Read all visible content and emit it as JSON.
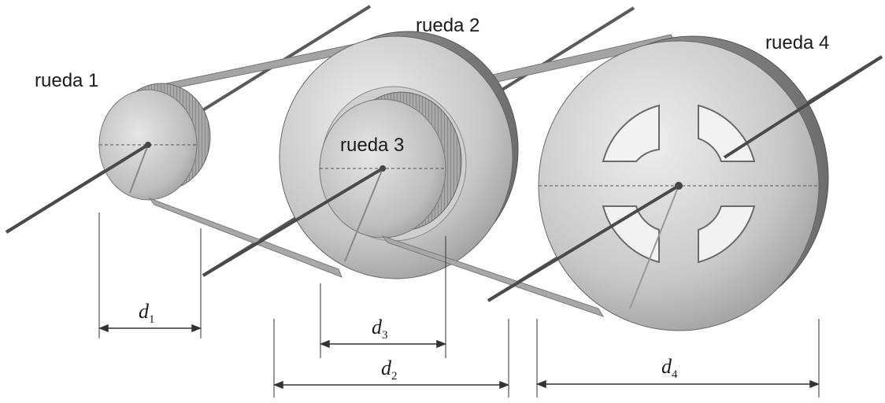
{
  "labels": {
    "wheel1": "rueda 1",
    "wheel2": "rueda 2",
    "wheel3": "rueda 3",
    "wheel4": "rueda 4"
  },
  "dimensions": {
    "d1": {
      "symbol": "d",
      "subscript": "1"
    },
    "d2": {
      "symbol": "d",
      "subscript": "2"
    },
    "d3": {
      "symbol": "d",
      "subscript": "3"
    },
    "d4": {
      "symbol": "d",
      "subscript": "4"
    }
  },
  "colors": {
    "metal_light": "#e2e2e2",
    "metal_mid": "#b8b8b8",
    "metal_dark": "#7a7a7a",
    "belt": "#9a9a9a",
    "axle": "#4a4a4a"
  }
}
